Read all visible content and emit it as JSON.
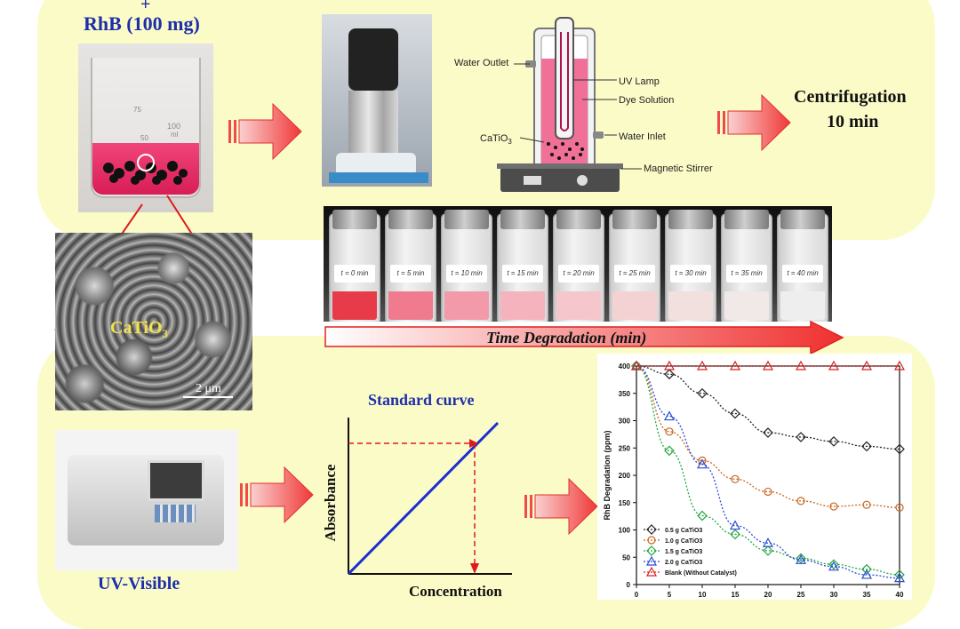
{
  "top": {
    "plus_sign": "+",
    "rhb_label": "RhB (100 mg)",
    "centrifugation_line1": "Centrifugation",
    "centrifugation_line2": "10 min"
  },
  "beaker": {
    "scale_75": "75",
    "scale_100": "100",
    "scale_50": "50",
    "scale_ml": "ml"
  },
  "reactor": {
    "water_outlet": "Water Outlet",
    "uv_lamp": "UV Lamp",
    "dye_solution": "Dye Solution",
    "catio3": "CaTiO",
    "catio3_sub": "3",
    "water_inlet": "Water Inlet",
    "magnetic_stirrer": "Magnetic Stirrer"
  },
  "vials": [
    "t = 0 min",
    "t = 5 min",
    "t = 10 min",
    "t = 15 min",
    "t = 20 min",
    "t = 25 min",
    "t = 30 min",
    "t = 35 min",
    "t = 40 min"
  ],
  "vial_colors": [
    "#e83b4a",
    "#f07a8e",
    "#f29aa9",
    "#f4b3bd",
    "#f5c6cc",
    "#f4d2d4",
    "#f2e0df",
    "#f1e9e8",
    "#efeeee"
  ],
  "time_arrow_label": "Time Degradation (min)",
  "sem": {
    "material_main": "CaTiO",
    "material_sub": "3",
    "scale_bar_label": "2 μm"
  },
  "uv_label": "UV-Visible",
  "standard_curve": {
    "title": "Standard curve",
    "ylabel": "Absorbance",
    "xlabel": "Concentration"
  },
  "colors": {
    "panel": "#fbfbc8",
    "arrow_fill": "#f04a4a",
    "blue_label": "#1d2fa8"
  },
  "chart_data": {
    "type": "line",
    "title": "",
    "xlabel": "",
    "ylabel": "RhB Degradation (ppm)",
    "x": [
      0,
      5,
      10,
      15,
      20,
      25,
      30,
      35,
      40
    ],
    "xlim": [
      0,
      40
    ],
    "ylim": [
      0,
      400
    ],
    "yticks": [
      0,
      50,
      100,
      150,
      200,
      250,
      300,
      350,
      400
    ],
    "legend_position": "bottom-left",
    "series": [
      {
        "name": "0.5 g CaTiO3",
        "marker": "diamond",
        "color": "#222222",
        "values": [
          400,
          385,
          350,
          313,
          278,
          270,
          262,
          253,
          248
        ]
      },
      {
        "name": "1.0 g CaTiO3",
        "marker": "circle",
        "color": "#c8641e",
        "values": [
          400,
          280,
          227,
          193,
          170,
          153,
          143,
          146,
          141
        ]
      },
      {
        "name": "1.5 g CaTiO3",
        "marker": "diamond",
        "color": "#21a83e",
        "values": [
          400,
          245,
          126,
          92,
          62,
          48,
          37,
          28,
          18
        ]
      },
      {
        "name": "2.0 g CaTiO3",
        "marker": "triangle",
        "color": "#2b4bd6",
        "values": [
          400,
          308,
          220,
          108,
          76,
          45,
          33,
          18,
          12
        ]
      },
      {
        "name": "Blank (Without Catalyst)",
        "marker": "triangle",
        "color": "#d62020",
        "values": [
          400,
          400,
          400,
          400,
          400,
          400,
          400,
          400,
          400
        ]
      }
    ]
  }
}
